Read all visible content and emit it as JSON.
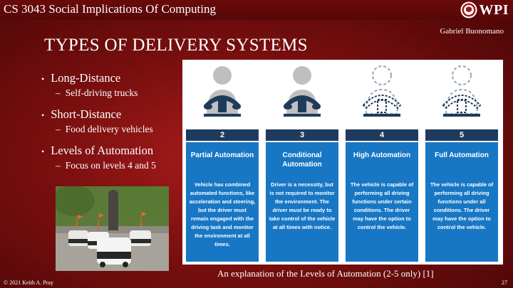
{
  "header": {
    "course_title": "CS 3043 Social Implications Of Computing",
    "logo_text": "WPI"
  },
  "presenter": "Gabriel Buonomano",
  "slide": {
    "title": "TYPES OF DELIVERY SYSTEMS",
    "bullets": [
      {
        "text": "Long-Distance",
        "sub": "Self-driving trucks"
      },
      {
        "text": "Short-Distance",
        "sub": "Food delivery vehicles"
      },
      {
        "text": "Levels of Automation",
        "sub": "Focus on levels 4 and 5"
      }
    ]
  },
  "figure": {
    "levels": [
      {
        "number": "2",
        "name": "Partial Automation",
        "driver": "solid",
        "description": "Vehicle has combined automated functions, like acceleration and steering, but the driver must remain engaged with the driving task and monitor the environment at all times."
      },
      {
        "number": "3",
        "name": "Conditional Automation",
        "driver": "solid",
        "description": "Driver is a necessity, but is not required to monitor the environment. The driver must be ready to take control of the vehicle at all times with notice."
      },
      {
        "number": "4",
        "name": "High Automation",
        "driver": "dashed",
        "description": "The vehicle is capable of performing all driving functions under certain conditions. The driver may have the option to control the vehicle."
      },
      {
        "number": "5",
        "name": "Full Automation",
        "driver": "dashed",
        "description": "The vehicle is capable of performing all driving functions under all conditions. The driver may have the option to control the vehicle."
      }
    ],
    "caption": "An explanation of the Levels of Automation (2-5 only) [1]"
  },
  "footer": {
    "copyright": "© 2021 Keith A. Pray",
    "page_number": "27"
  },
  "colors": {
    "background": "#8e1414",
    "topbar": "#5e0808",
    "level_header": "#1e3a5c",
    "level_card": "#1877c4",
    "icon_navy": "#1f3b5b",
    "icon_gray": "#bfbfbf"
  }
}
